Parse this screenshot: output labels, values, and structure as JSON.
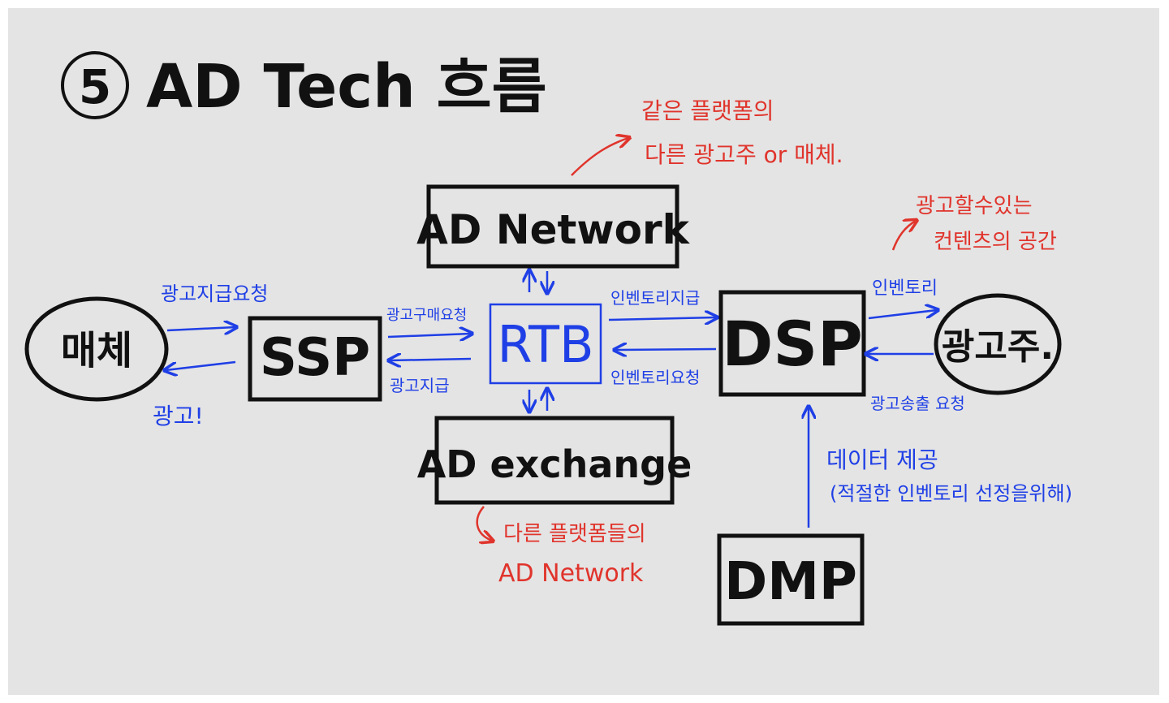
{
  "title": {
    "number": "5",
    "text": "AD Tech 흐름"
  },
  "nodes": {
    "media": "매체",
    "ssp": "SSP",
    "rtb": "RTB",
    "dsp": "DSP",
    "advertiser": "광고주.",
    "ad_network": "AD Network",
    "ad_exchange": "AD exchange",
    "dmp": "DMP"
  },
  "edge_labels": {
    "media_to_ssp": "광고지급요청",
    "ssp_to_media": "광고!",
    "ssp_to_rtb": "광고구매요청",
    "rtb_to_ssp": "광고지급",
    "rtb_to_dsp": "인벤토리지급",
    "dsp_to_rtb": "인벤토리요청",
    "dsp_to_advertiser": "인벤토리",
    "advertiser_to_dsp": "광고송출 요청",
    "dmp_to_dsp_line1": "데이터 제공",
    "dmp_to_dsp_line2": "(적절한 인벤토리 선정을위해)"
  },
  "notes": {
    "ad_network_line1": "같은 플랫폼의",
    "ad_network_line2": "다른 광고주 or 매체.",
    "inventory_line1": "광고할수있는",
    "inventory_line2": "컨텐츠의 공간",
    "ad_exchange_line1": "다른 플랫폼들의",
    "ad_exchange_line2": "AD Network"
  },
  "colors": {
    "ink": "#111111",
    "blue": "#1f3fe6",
    "red": "#e0342c",
    "background": "#e4e4e4"
  }
}
